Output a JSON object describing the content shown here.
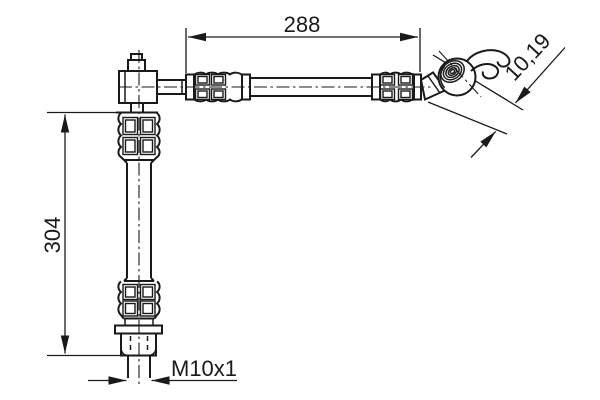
{
  "drawing": {
    "background": "#ffffff",
    "ink": "#1a1a1a",
    "labels": {
      "top_length": "288",
      "side_length": "304",
      "thread_size": "M10x1",
      "banjo_width": "10,19"
    }
  }
}
